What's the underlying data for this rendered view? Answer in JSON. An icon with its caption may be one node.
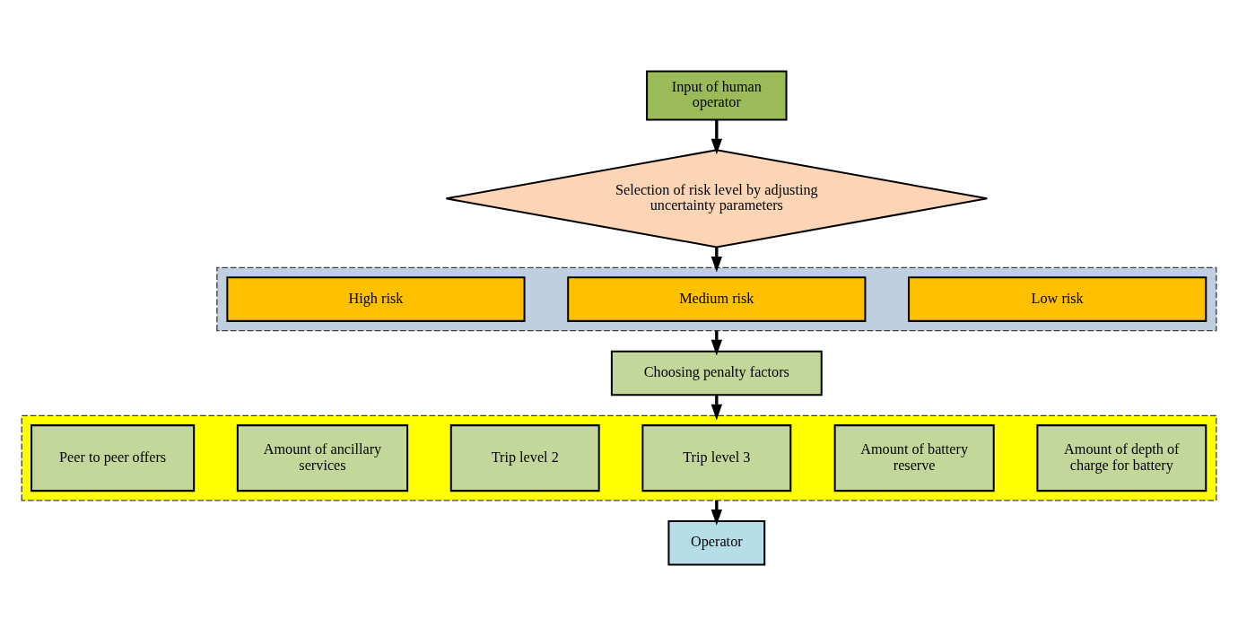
{
  "diagram": {
    "nodes": [
      {
        "text": [
          "Input of human operator"
        ]
      },
      {
        "text": [
          "Selection of risk level by adjusting uncertainty parameters"
        ]
      },
      {
        "text": [],
        "shape": "box"
      },
      {
        "text": [
          "High risk"
        ],
        "in": 2
      },
      {
        "text": [
          "Medium risk"
        ],
        "in": 2
      },
      {
        "text": [
          "Low risk"
        ],
        "in": 2
      },
      {
        "text": [
          "Choosing penalty factors"
        ]
      },
      {
        "text": [],
        "shape": "box"
      },
      {
        "text": [
          "Peer to peer offers"
        ],
        "in": 7
      },
      {
        "text": [
          "Amount of ancillary services"
        ],
        "in": 7
      },
      {
        "text": [
          "Trip level 2"
        ],
        "in": 7
      },
      {
        "text": [
          "Trip level 3"
        ],
        "in": 7
      },
      {
        "text": [
          "Amount of battery reserve"
        ],
        "in": 7
      },
      {
        "text": [
          "Amount of depth of charge for battery"
        ],
        "in": 7
      },
      {
        "text": [
          "Operator"
        ]
      }
    ],
    "edges": [
      {
        "from": 0,
        "to": 1,
        "arrow": "to"
      },
      {
        "from": 1,
        "to": 2,
        "arrow": "to"
      },
      {
        "from": 2,
        "to": 6,
        "arrow": "to"
      },
      {
        "from": 6,
        "to": 7,
        "arrow": "to"
      },
      {
        "from": 7,
        "to": 14,
        "arrow": "to"
      }
    ]
  }
}
